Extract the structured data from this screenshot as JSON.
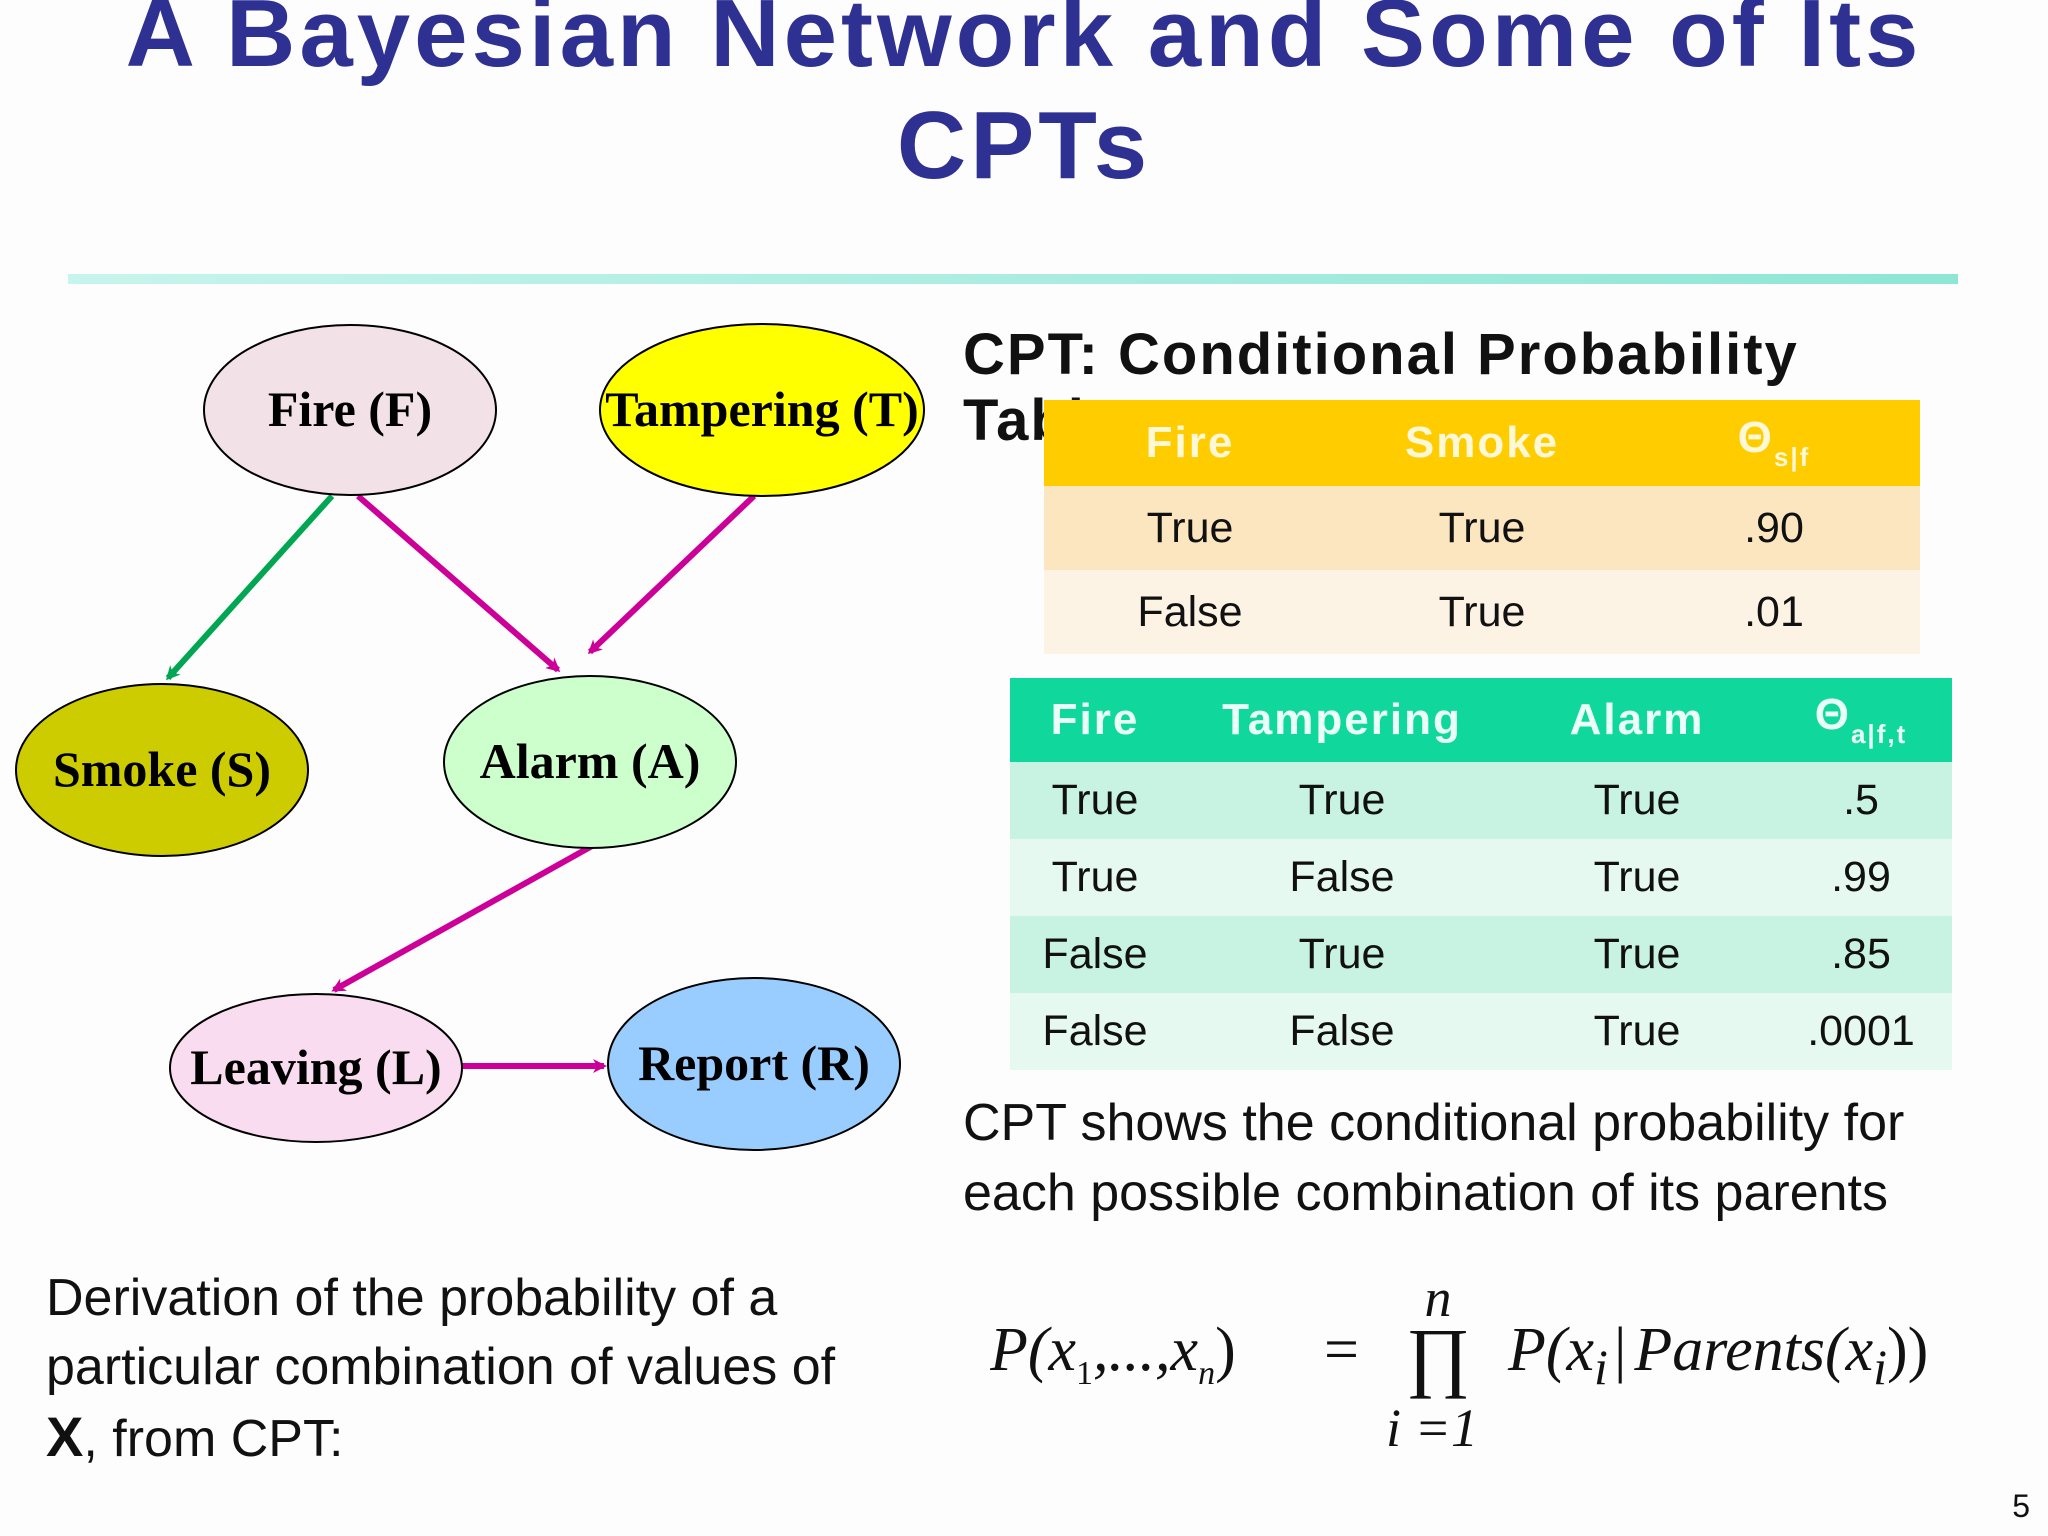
{
  "title": {
    "line1": "A Bayesian Network and Some of Its",
    "line2": "CPTs"
  },
  "network": {
    "nodes": {
      "fire": "Fire (F)",
      "tampering": "Tampering (T)",
      "smoke": "Smoke (S)",
      "alarm": "Alarm (A)",
      "leaving": "Leaving (L)",
      "report": "Report (R)"
    },
    "colors": {
      "fire": "#f2e2e8",
      "tampering": "#ffff00",
      "smoke": "#cccc00",
      "alarm": "#ccffcc",
      "leaving": "#f9dcf0",
      "report": "#99ccff",
      "edge_magenta": "#cc0099",
      "edge_green": "#00a651"
    }
  },
  "cpt_heading": {
    "line1": "CPT: Conditional Probability",
    "line2": "Tables"
  },
  "smoke_table": {
    "headers": [
      "Fire",
      "Smoke",
      "Θ"
    ],
    "theta_sub": "s|f",
    "rows": [
      [
        "True",
        "True",
        ".90"
      ],
      [
        "False",
        "True",
        ".01"
      ]
    ]
  },
  "alarm_table": {
    "headers": [
      "Fire",
      "Tampering",
      "Alarm",
      "Θ"
    ],
    "theta_sub": "a|f,t",
    "rows": [
      [
        "True",
        "True",
        "True",
        ".5"
      ],
      [
        "True",
        "False",
        "True",
        ".99"
      ],
      [
        "False",
        "True",
        "True",
        ".85"
      ],
      [
        "False",
        "False",
        "True",
        ".0001"
      ]
    ]
  },
  "note_right": "CPT shows the conditional probability for each possible combination of its parents",
  "note_left": {
    "text": "Derivation of the probability of a particular combination of values of",
    "x": "X",
    "tail": ", from CPT:"
  },
  "formula": {
    "lhs": "P(x",
    "sub1": "1",
    "mid": ",...,x",
    "subn": "n",
    "close": ")",
    "equals": "=",
    "product": "∏",
    "upper": "n",
    "lower": "i =1",
    "rhs_p": "P(x",
    "rhs_sub": "i",
    "bar": "|",
    "parents": "Parents(x",
    "parents_sub": "i",
    "rhs_close": "))"
  },
  "page_number": "5"
}
